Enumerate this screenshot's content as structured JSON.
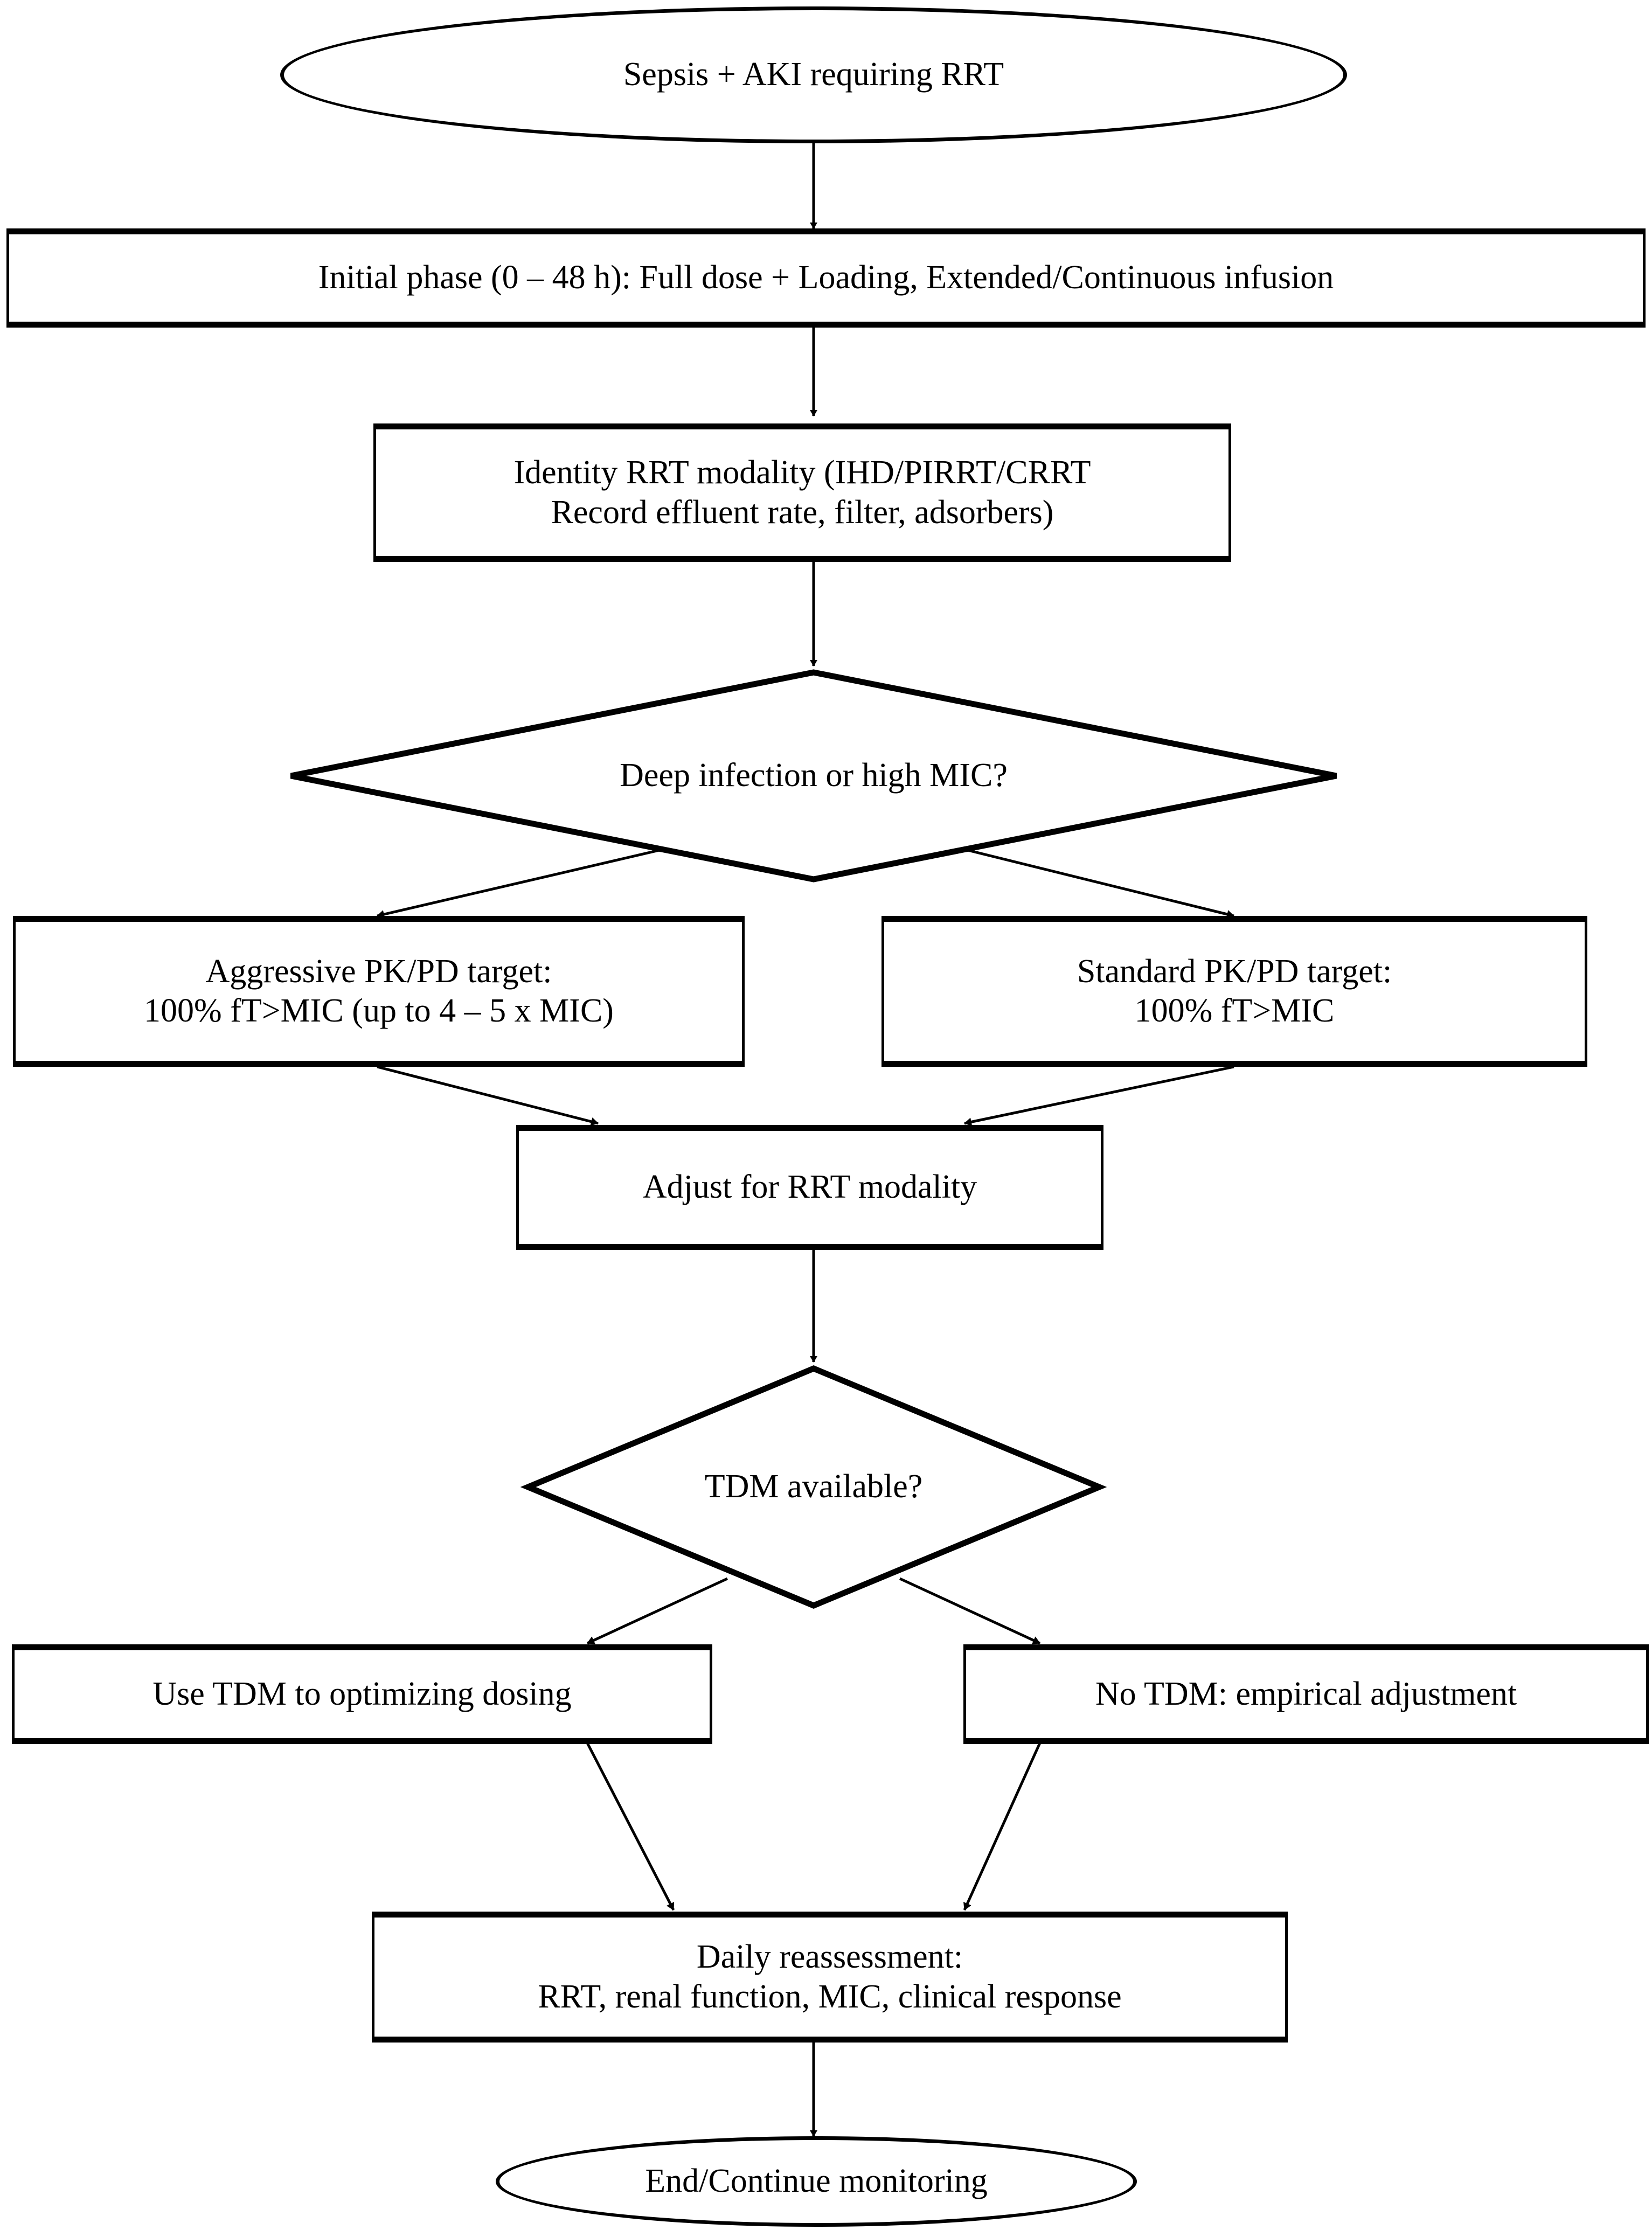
{
  "diagram": {
    "title": "Sepsis + AKI requiring RRT antibiotic dosing algorithm",
    "type": "flowchart",
    "orientation": "top-to-bottom",
    "line_color": "#000000",
    "fill_color": "#ffffff",
    "text_color": "#000000"
  },
  "nodes": {
    "start": {
      "shape": "ellipse",
      "text": "Sepsis + AKI requiring RRT"
    },
    "initial_phase": {
      "shape": "rectangle",
      "text": "Initial phase (0 – 48 h): Full dose + Loading, Extended/Continuous infusion"
    },
    "identify_modality": {
      "shape": "rectangle",
      "line1": "Identity RRT modality (IHD/PIRRT/CRRT",
      "line2": "Record effluent rate, filter, adsorbers)",
      "text": "Identity RRT modality (IHD/PIRRT/CRRT\nRecord effluent rate, filter, adsorbers)"
    },
    "deep_infection_decision": {
      "shape": "diamond",
      "text": "Deep infection or high MIC?"
    },
    "aggressive_target": {
      "shape": "rectangle",
      "line1": "Aggressive PK/PD target:",
      "line2": "100% fT>MIC (up to 4 – 5 x MIC)",
      "text": "Aggressive PK/PD target:\n100% fT>MIC (up to 4 – 5 x MIC)"
    },
    "standard_target": {
      "shape": "rectangle",
      "line1": "Standard PK/PD target:",
      "line2": "100% fT>MIC",
      "text": "Standard PK/PD target:\n100% fT>MIC"
    },
    "adjust_modality": {
      "shape": "rectangle",
      "text": "Adjust for RRT modality"
    },
    "tdm_decision": {
      "shape": "diamond",
      "text": "TDM available?"
    },
    "use_tdm": {
      "shape": "rectangle",
      "text": "Use TDM to optimizing dosing"
    },
    "no_tdm": {
      "shape": "rectangle",
      "text": "No TDM: empirical adjustment"
    },
    "daily_reassessment": {
      "shape": "rectangle",
      "line1": "Daily reassessment:",
      "line2": "RRT, renal function, MIC, clinical response",
      "text": "Daily reassessment:\nRRT, renal function, MIC, clinical response"
    },
    "end": {
      "shape": "ellipse",
      "text": "End/Continue monitoring"
    }
  },
  "edges": [
    {
      "from": "start",
      "to": "initial_phase",
      "label": ""
    },
    {
      "from": "initial_phase",
      "to": "identify_modality",
      "label": ""
    },
    {
      "from": "identify_modality",
      "to": "deep_infection_decision",
      "label": ""
    },
    {
      "from": "deep_infection_decision",
      "to": "aggressive_target",
      "label": ""
    },
    {
      "from": "deep_infection_decision",
      "to": "standard_target",
      "label": ""
    },
    {
      "from": "aggressive_target",
      "to": "adjust_modality",
      "label": ""
    },
    {
      "from": "standard_target",
      "to": "adjust_modality",
      "label": ""
    },
    {
      "from": "adjust_modality",
      "to": "tdm_decision",
      "label": ""
    },
    {
      "from": "tdm_decision",
      "to": "use_tdm",
      "label": ""
    },
    {
      "from": "tdm_decision",
      "to": "no_tdm",
      "label": ""
    },
    {
      "from": "use_tdm",
      "to": "daily_reassessment",
      "label": ""
    },
    {
      "from": "no_tdm",
      "to": "daily_reassessment",
      "label": ""
    },
    {
      "from": "daily_reassessment",
      "to": "end",
      "label": ""
    }
  ]
}
